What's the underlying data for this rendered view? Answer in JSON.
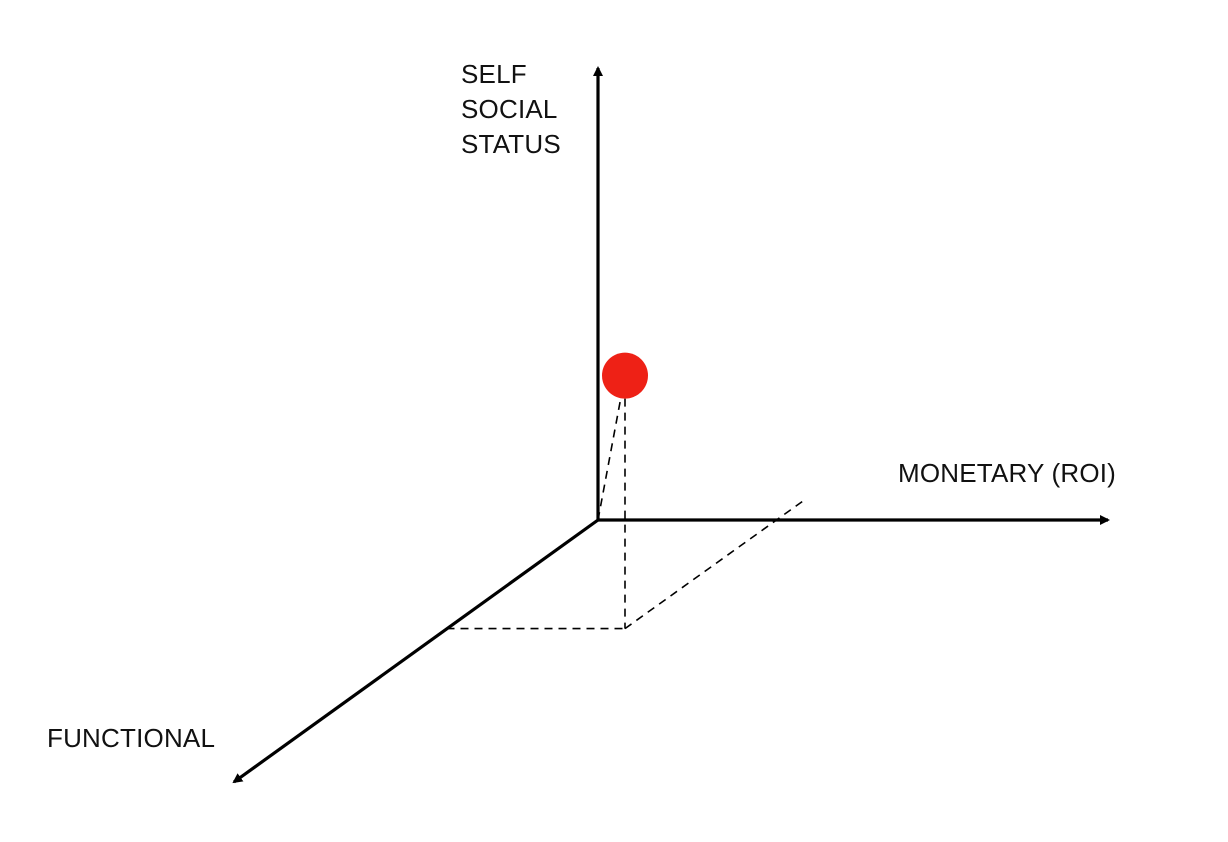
{
  "axes": {
    "vertical": {
      "label_lines": [
        "SELF",
        "SOCIAL",
        "STATUS"
      ]
    },
    "horizontal": {
      "label": "MONETARY (ROI)"
    },
    "depth": {
      "label": "FUNCTIONAL"
    }
  },
  "point": {
    "monetary": 0.35,
    "functional": 0.3,
    "self_social_status": 0.55
  },
  "colors": {
    "axis": "#000000",
    "point": "#ee2116",
    "guide": "#000000",
    "background": "#ffffff"
  }
}
